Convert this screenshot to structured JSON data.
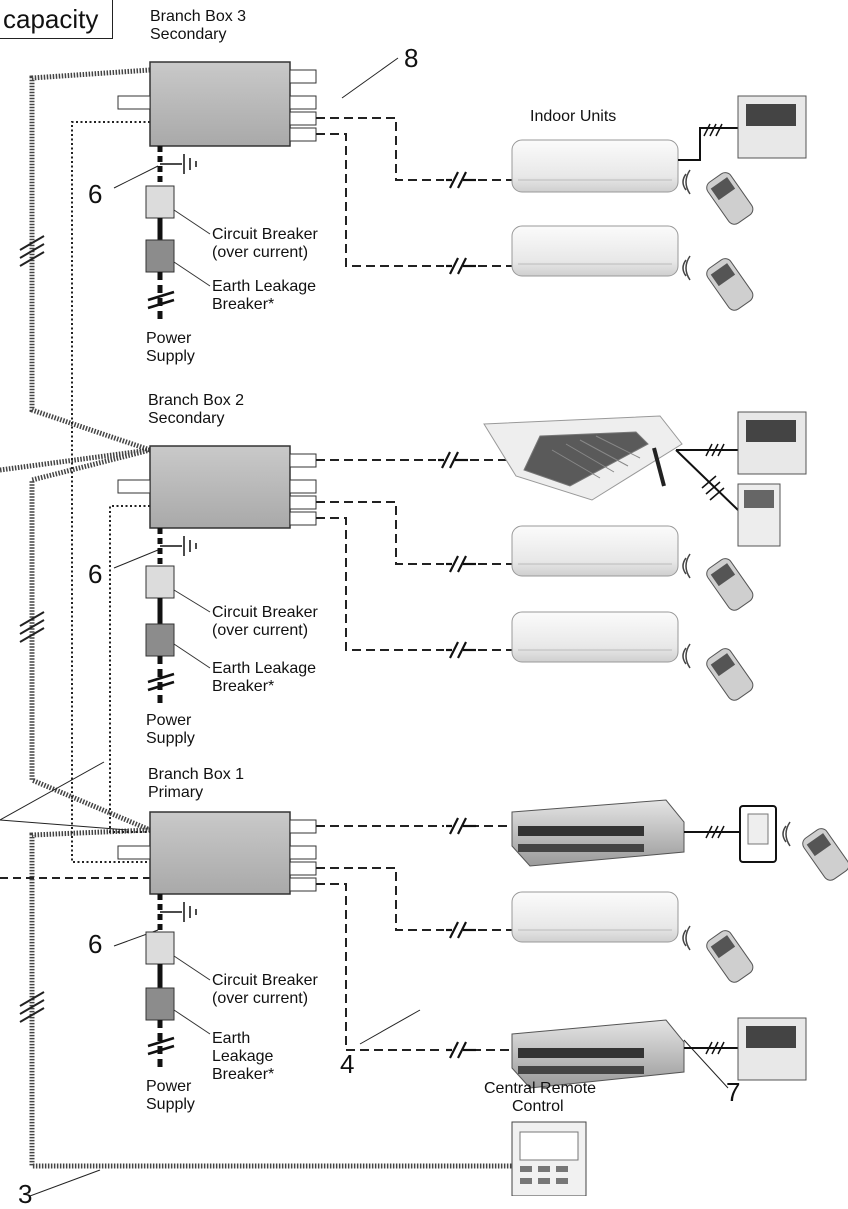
{
  "header": {
    "capacity_label": "capacity"
  },
  "branch_boxes": [
    {
      "title": "Branch Box 3",
      "role": "Secondary"
    },
    {
      "title": "Branch Box 2",
      "role": "Secondary"
    },
    {
      "title": "Branch Box 1",
      "role": "Primary"
    }
  ],
  "labels": {
    "indoor_units": "Indoor Units",
    "circuit_breaker_line1": "Circuit Breaker",
    "circuit_breaker_line2": "(over current)",
    "earth_leakage_line1": "Earth Leakage",
    "earth_leakage_line2": "Breaker*",
    "earth_line1": "Earth",
    "leakage_line": "Leakage",
    "breaker_line": "Breaker*",
    "power_line1": "Power",
    "power_line2": "Supply",
    "central_remote_line1": "Central Remote",
    "central_remote_line2": "Control"
  },
  "callouts": {
    "six": "6",
    "eight": "8",
    "four": "4",
    "seven": "7",
    "bottom": "3"
  },
  "icons": [
    "wall-unit-icon",
    "cassette-unit-icon",
    "duct-unit-icon",
    "wired-remote-icon",
    "wireless-remote-icon",
    "central-remote-icon",
    "ground-icon",
    "breaker-icon"
  ]
}
